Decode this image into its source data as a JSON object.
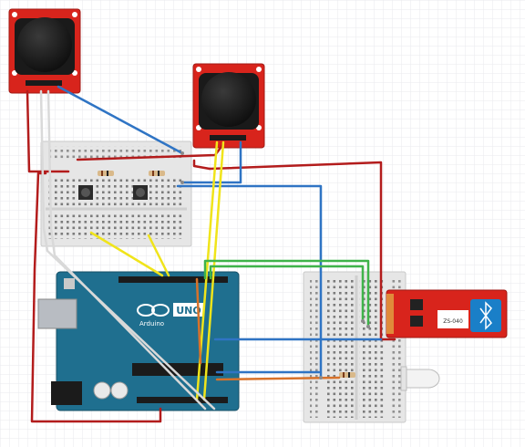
{
  "arduino": {
    "brand_label": "Arduino",
    "model_label": "UNO"
  },
  "bluetooth_module": {
    "chip_label": "ZS-040"
  },
  "colors": {
    "background": "#ffffff",
    "grid": "#e8eaee",
    "board_blue": "#1f6f8f",
    "joystick_red": "#d8241c",
    "breadboard": "#e9e9e9",
    "wire_red": "#b31c1c",
    "wire_blue": "#2f74c4",
    "wire_yellow": "#f0e41a",
    "wire_green": "#3fb34a",
    "wire_white": "#e0e0e0",
    "wire_orange": "#d8722a"
  }
}
